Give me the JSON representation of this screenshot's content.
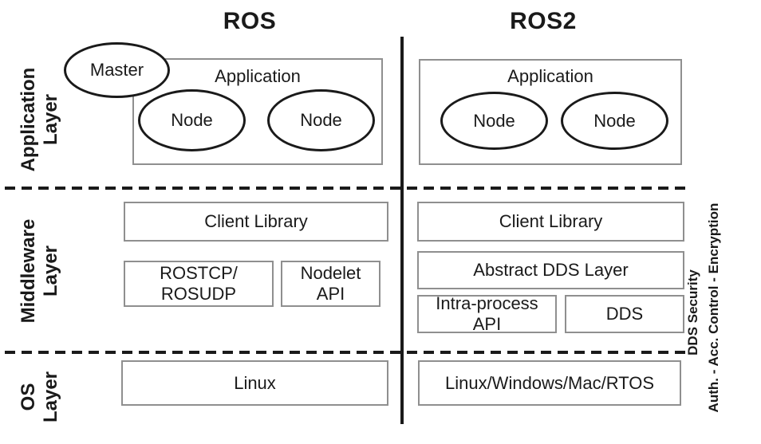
{
  "title_row": {
    "ros": "ROS",
    "ros2": "ROS2"
  },
  "layer_labels": {
    "application": "Application\nLayer",
    "middleware": "Middleware\nLayer",
    "os": "OS\nLayer"
  },
  "security_labels": {
    "dds_security": "DDS Security",
    "auth_line": "Auth. - Acc. Control - Encryption"
  },
  "ros": {
    "application_title": "Application",
    "master_label": "Master",
    "nodes": [
      "Node",
      "Node"
    ],
    "client_library": "Client Library",
    "transport": "ROSTCP/\nROSUDP",
    "nodelet_api": "Nodelet\nAPI",
    "os_label": "Linux"
  },
  "ros2": {
    "application_title": "Application",
    "nodes": [
      "Node",
      "Node"
    ],
    "client_library": "Client Library",
    "abstract_dds": "Abstract DDS Layer",
    "intra_process": "Intra-process\nAPI",
    "dds": "DDS",
    "os_label": "Linux/Windows/Mac/RTOS"
  },
  "colors": {
    "ink": "#1a1a1a",
    "box_border": "#8f8f8f",
    "background": "#ffffff"
  }
}
